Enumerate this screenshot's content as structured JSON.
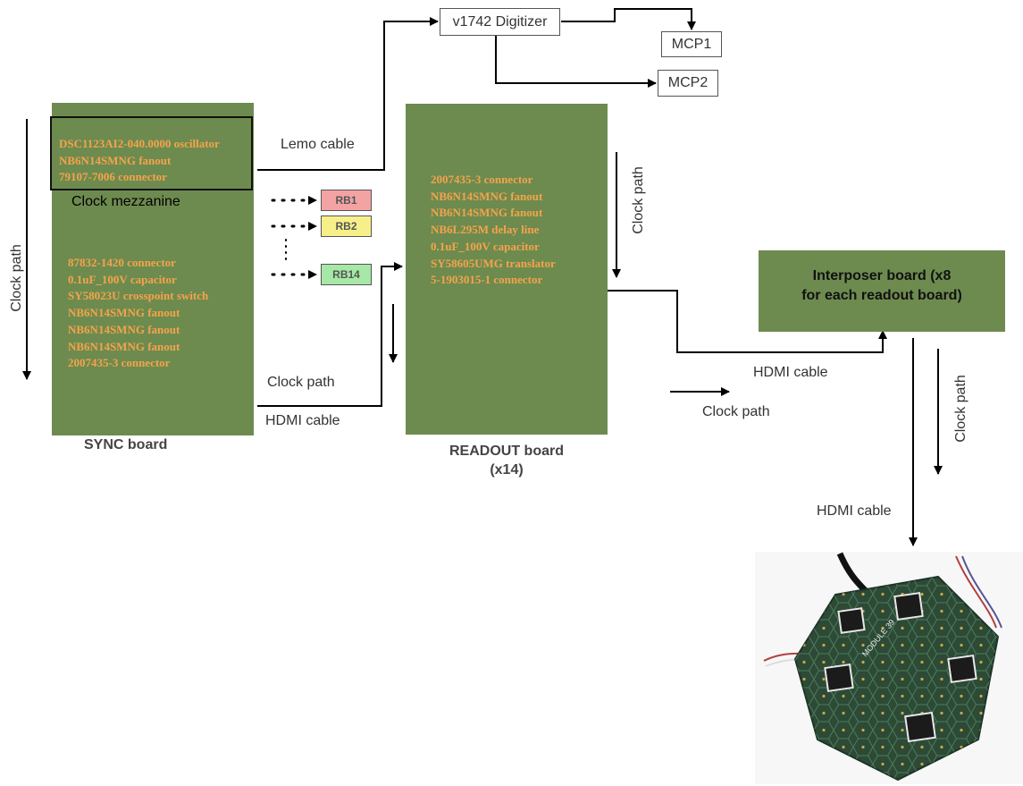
{
  "sync_board": {
    "title": "SYNC board",
    "mezzanine_lines": [
      "DSC1123AI2-040.0000 oscillator",
      "NB6N14SMNG fanout",
      "79107-7006 connector"
    ],
    "mezzanine_label": "Clock mezzanine",
    "components": [
      "87832-1420 connector",
      "0.1uF_100V capacitor",
      "SY58023U crosspoint switch",
      "NB6N14SMNG fanout",
      "NB6N14SMNG fanout",
      "NB6N14SMNG fanout",
      "2007435-3 connector"
    ],
    "clock_path_label": "Clock path"
  },
  "readout_board": {
    "title_line1": "READOUT  board",
    "title_line2": "(x14)",
    "components": [
      "2007435-3 connector",
      "NB6N14SMNG fanout",
      "NB6N14SMNG fanout",
      "NB6L295M delay line",
      "0.1uF_100V capacitor",
      "SY58605UMG translator",
      "5-1903015-1 connector"
    ],
    "clock_path_label": "Clock path"
  },
  "interposer": {
    "line1": "Interposer board (x8",
    "line2": "for each readout board)",
    "clock_path_label": "Clock path"
  },
  "digitizer": {
    "label": "v1742 Digitizer"
  },
  "mcp": [
    "MCP1",
    "MCP2"
  ],
  "readout_boards": [
    {
      "label": "RB1",
      "color": "#f4a3a3"
    },
    {
      "label": "RB2",
      "color": "#f7f08a"
    },
    {
      "label": "RB14",
      "color": "#a6e8a6"
    }
  ],
  "cable_labels": {
    "lemo": "Lemo cable",
    "sync_clock_path": "Clock path",
    "sync_hdmi": "HDMI cable",
    "readout_hdmi": "HDMI cable",
    "readout_clock_path": "Clock path",
    "module_hdmi": "HDMI cable"
  },
  "colors": {
    "board": "#6d8b4f",
    "component_text": "#f5a34a",
    "rb1": "#f4a3a3",
    "rb2": "#f7f08a",
    "rb14": "#a6e8a6"
  },
  "module_photo": {
    "silkscreen_text": "MODULE 39"
  }
}
